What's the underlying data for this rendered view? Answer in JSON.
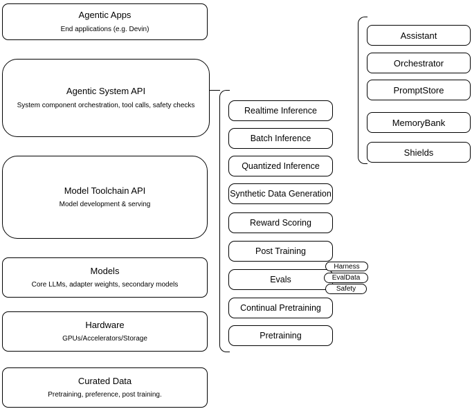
{
  "left_column": [
    {
      "title": "Agentic Apps",
      "subtitle": "End applications (e.g. Devin)"
    },
    {
      "title": "Agentic System API",
      "subtitle": "System component orchestration, tool calls, safety checks"
    },
    {
      "title": "Model Toolchain API",
      "subtitle": "Model development & serving"
    },
    {
      "title": "Models",
      "subtitle": "Core LLMs, adapter weights, secondary models"
    },
    {
      "title": "Hardware",
      "subtitle": "GPUs/Accelerators/Storage"
    },
    {
      "title": "Curated Data",
      "subtitle": "Pretraining, preference, post training."
    }
  ],
  "middle_column": [
    "Realtime Inference",
    "Batch Inference",
    "Quantized Inference",
    "Synthetic Data Generation",
    "Reward Scoring",
    "Post Training",
    "Evals",
    "Continual Pretraining",
    "Pretraining"
  ],
  "eval_tags": [
    "Harness",
    "EvalData",
    "Safety"
  ],
  "right_column": [
    "Assistant",
    "Orchestrator",
    "PromptStore",
    "MemoryBank",
    "Shields"
  ],
  "colors": {
    "border": "#000000",
    "background": "#ffffff",
    "text": "#000000"
  }
}
